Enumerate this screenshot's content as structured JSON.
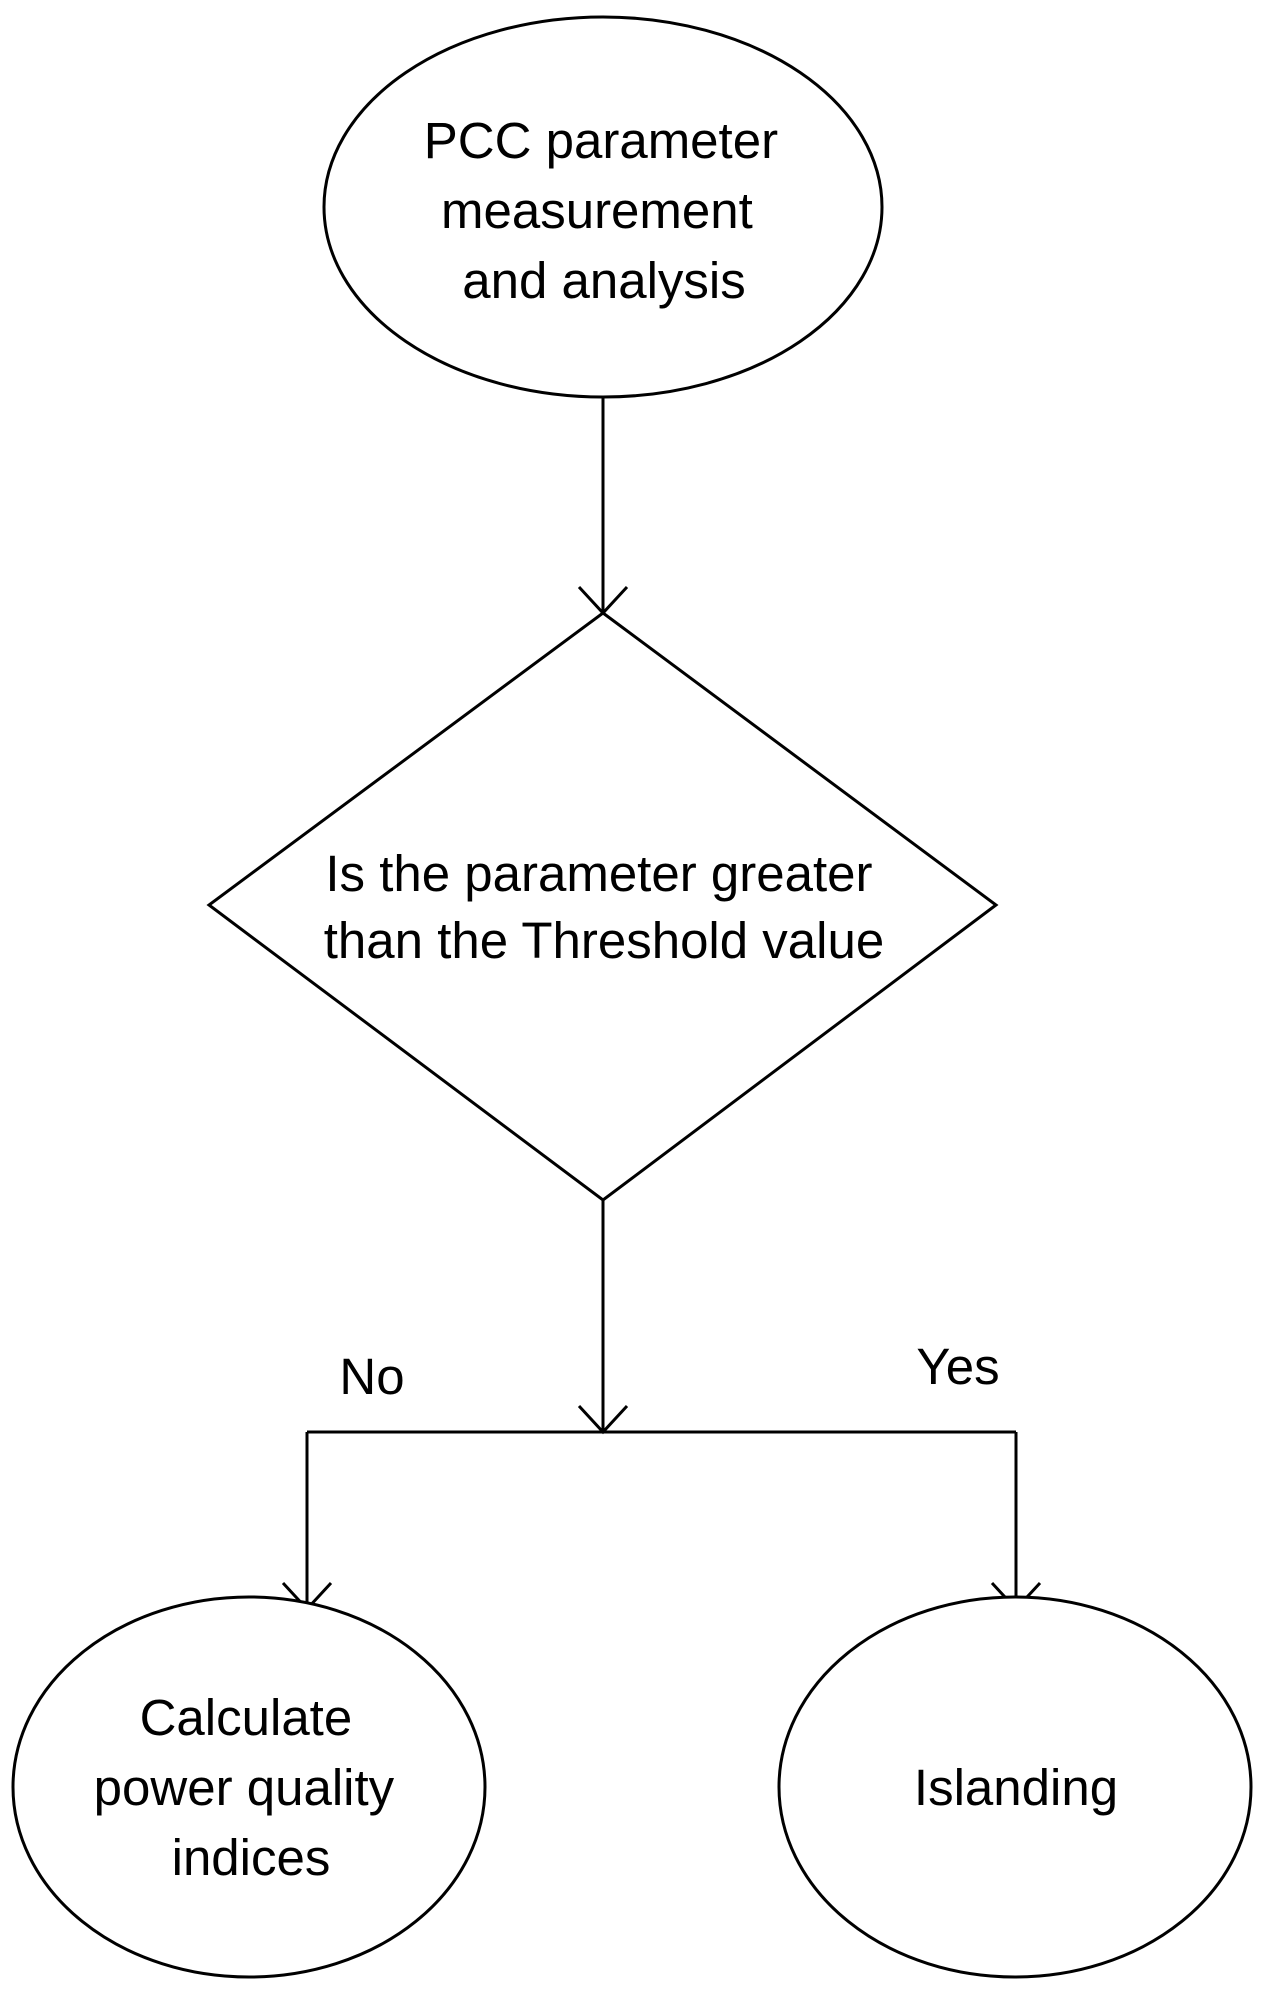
{
  "diagram": {
    "type": "flowchart",
    "nodes": {
      "start": {
        "shape": "ellipse",
        "lines": [
          "PCC parameter",
          "measurement",
          "and analysis"
        ]
      },
      "decision": {
        "shape": "diamond",
        "lines": [
          "Is the parameter greater",
          "than the Threshold value"
        ]
      },
      "no_outcome": {
        "shape": "ellipse",
        "lines": [
          "Calculate",
          "power quality",
          "indices"
        ]
      },
      "yes_outcome": {
        "shape": "ellipse",
        "lines": [
          "Islanding"
        ]
      }
    },
    "edges": {
      "start_to_decision": {
        "from": "start",
        "to": "decision"
      },
      "no": {
        "from": "decision",
        "to": "no_outcome",
        "label": "No"
      },
      "yes": {
        "from": "decision",
        "to": "yes_outcome",
        "label": "Yes"
      }
    }
  },
  "colors": {
    "stroke": "#000000",
    "fill": "#ffffff",
    "text": "#000000"
  }
}
